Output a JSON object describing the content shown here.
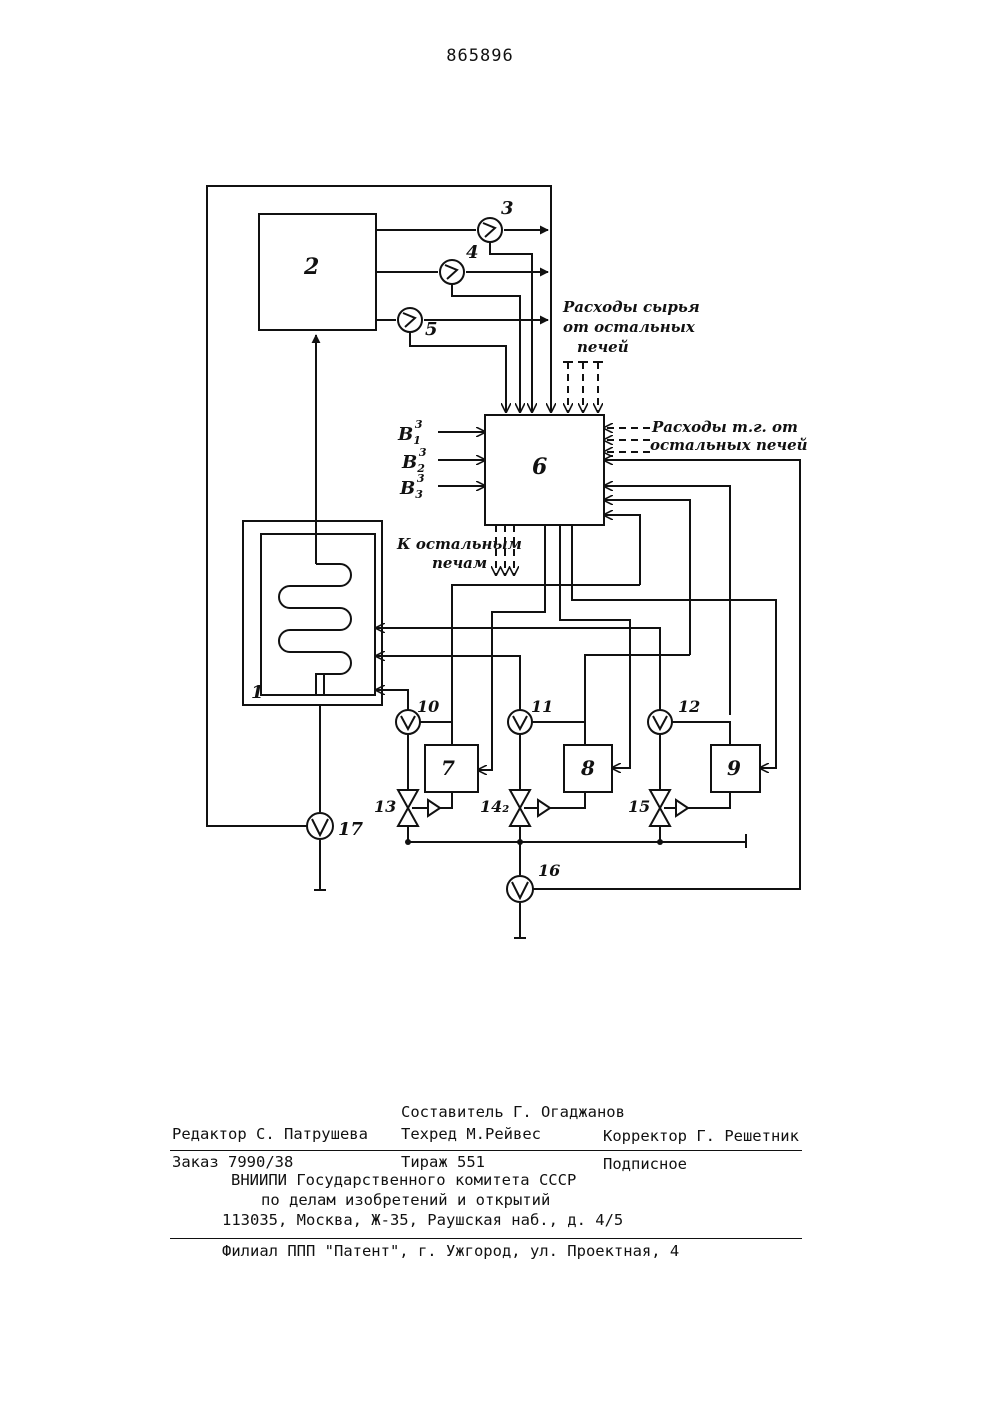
{
  "patent_number": "865896",
  "diagram": {
    "labels": {
      "box_1": "1",
      "box_2": "2",
      "sensor_3": "3",
      "sensor_4": "4",
      "sensor_5": "5",
      "box_6": "6",
      "box_7": "7",
      "box_8": "8",
      "box_9": "9",
      "sensor_10": "10",
      "sensor_11": "11",
      "sensor_12": "12",
      "valve_13": "13",
      "valve_14": "14₂",
      "valve_15": "15",
      "sensor_16": "16",
      "sensor_17": "17"
    },
    "inputs": [
      "B",
      "B",
      "B"
    ],
    "input_subscripts": [
      "1",
      "2",
      "3"
    ],
    "input_superscripts": [
      "3",
      "3",
      "3"
    ],
    "annotations": {
      "raw_flow_1": "Расходы сырья",
      "raw_flow_2": "от остальных",
      "raw_flow_3": "печей",
      "fuel_flow_1": "Расходы т.г. от",
      "fuel_flow_2": "остальных печей",
      "to_other_1": "К остальным",
      "to_other_2": "печам"
    }
  },
  "colophon": {
    "compiler": "Составитель Г. Огаджанов",
    "editor": "Редактор С. Патрушева",
    "techred": "Техред М.Рейвес",
    "corrector": "Корректор Г. Решетник",
    "order": "Заказ 7990/38",
    "circulation": "Тираж 551",
    "subscription": "Подписное",
    "org_line_1": "ВНИИПИ Государственного комитета СССР",
    "org_line_2": "по делам изобретений и открытий",
    "address": "113035, Москва, Ж-35, Раушская наб., д. 4/5",
    "branch": "Филиал ППП \"Патент\", г. Ужгород, ул. Проектная, 4"
  }
}
